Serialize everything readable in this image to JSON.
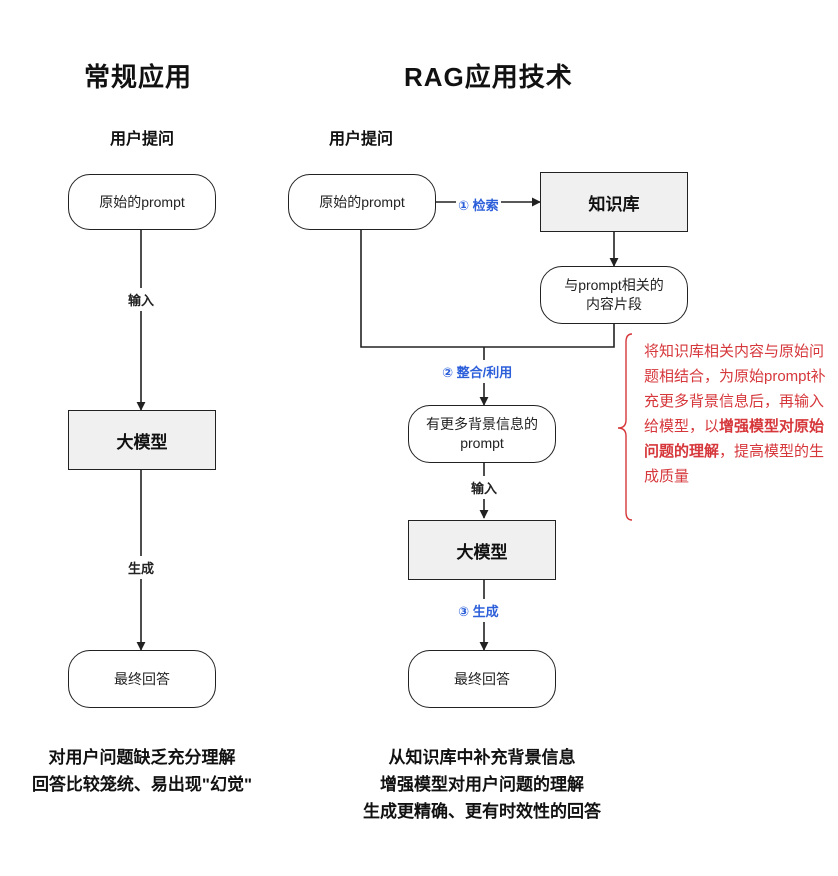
{
  "left": {
    "title": "常规应用",
    "user_label": "用户提问",
    "prompt_node": "原始的prompt",
    "input_edge": "输入",
    "model_node": "大模型",
    "generate_edge": "生成",
    "answer_node": "最终回答",
    "summary": [
      "对用户问题缺乏充分理解",
      "回答比较笼统、易出现\"幻觉\""
    ]
  },
  "right": {
    "title": "RAG应用技术",
    "user_label": "用户提问",
    "prompt_node": "原始的prompt",
    "step1_label": "① 检索",
    "kb_node": "知识库",
    "snippet_node": "与prompt相关的\n内容片段",
    "step2_label": "② 整合/利用",
    "enriched_node": "有更多背景信息的\nprompt",
    "input_edge": "输入",
    "model_node": "大模型",
    "step3_label": "③ 生成",
    "answer_node": "最终回答",
    "note_parts": {
      "before": "将知识库相关内容与原始问题相结合，为原始prompt补充更多背景信息后，再输入给模型，以",
      "bold": "增强模型对原始问题的理解",
      "after": "，提高模型的生成质量"
    },
    "summary": [
      "从知识库中补充背景信息",
      "增强模型对用户问题的理解",
      "生成更精确、更有时效性的回答"
    ]
  },
  "colors": {
    "line": "#222222",
    "node_fill": "#f0f0f0",
    "step_blue": "#2c5fd9",
    "note_red": "#d6373b"
  }
}
